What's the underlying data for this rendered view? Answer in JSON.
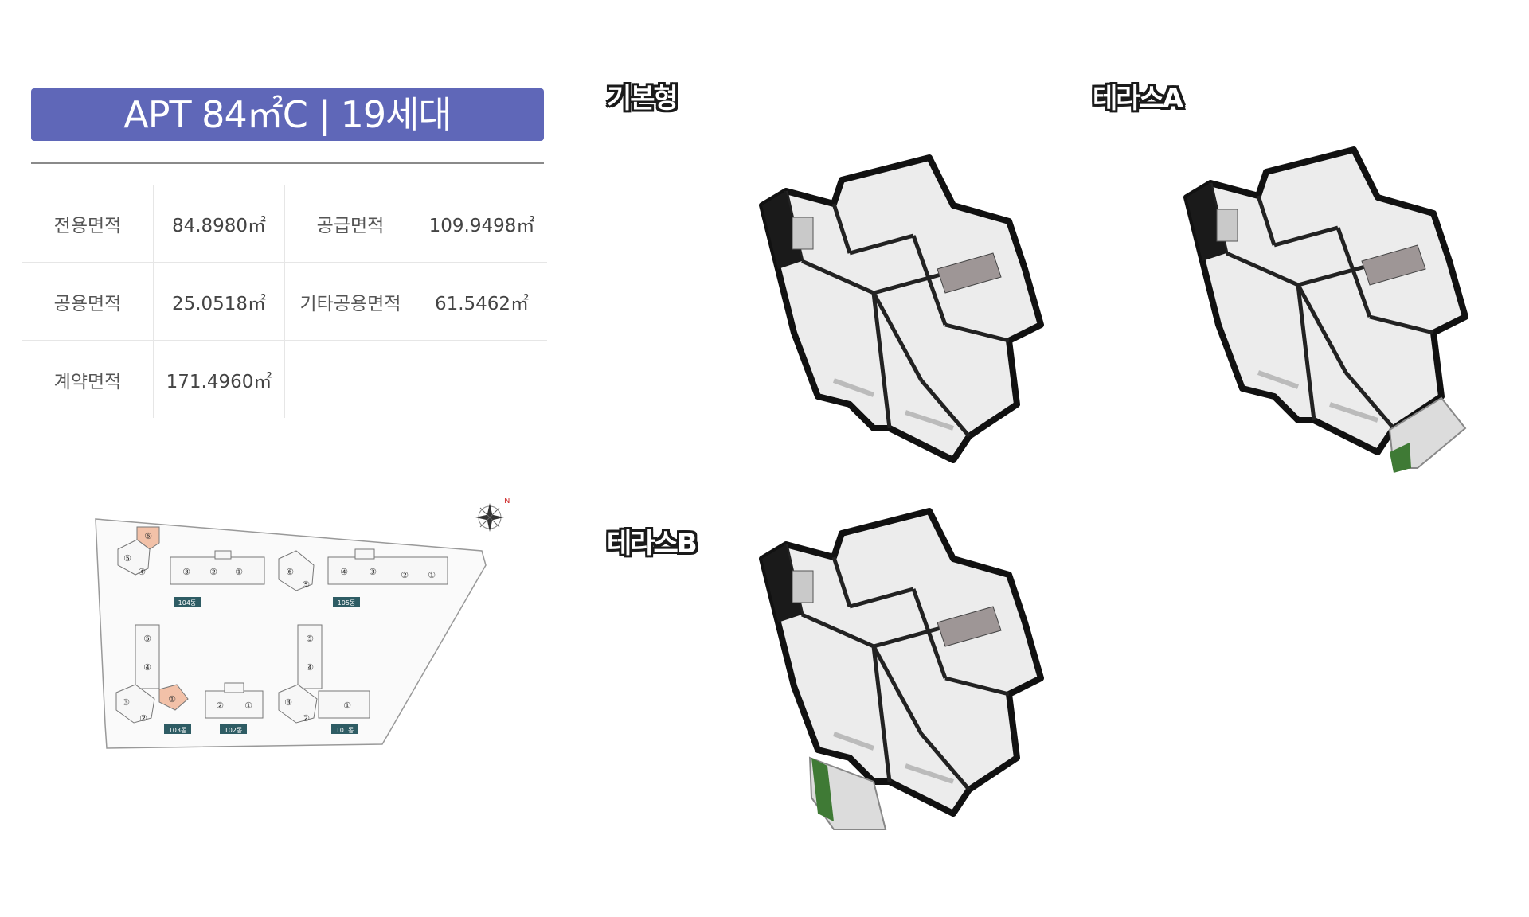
{
  "header": {
    "title": "APT 84㎡C | 19세대"
  },
  "spec_table": {
    "rows": [
      [
        {
          "label": "전용면적",
          "value": "84.8980㎡"
        },
        {
          "label": "공급면적",
          "value": "109.9498㎡"
        }
      ],
      [
        {
          "label": "공용면적",
          "value": "25.0518㎡"
        },
        {
          "label": "기타공용면적",
          "value": "61.5462㎡"
        }
      ],
      [
        {
          "label": "계약면적",
          "value": "171.4960㎡"
        },
        {
          "label": "",
          "value": ""
        }
      ]
    ]
  },
  "site_map": {
    "compass": "N",
    "buildings": [
      "104동",
      "105동",
      "103동",
      "102동",
      "101동"
    ],
    "units_104": [
      "⑥",
      "⑤",
      "④",
      "③",
      "②",
      "①"
    ],
    "units_105": [
      "⑥",
      "⑤",
      "④",
      "③",
      "②",
      "①"
    ],
    "units_103": [
      "⑤",
      "④",
      "③",
      "②",
      "①"
    ],
    "units_102": [
      "②",
      "①"
    ],
    "units_101": [
      "⑤",
      "④",
      "③",
      "②",
      "①"
    ],
    "highlight_color": "#f2c1a8"
  },
  "plans": [
    {
      "label": "기본형",
      "terrace": "none"
    },
    {
      "label": "테라스A",
      "terrace": "right"
    },
    {
      "label": "테라스B",
      "terrace": "left"
    }
  ],
  "colors": {
    "title_bg": "#5f67b8",
    "title_text": "#ffffff",
    "wall": "#111111",
    "floor": "#ececec",
    "grass": "#3f7a35"
  }
}
